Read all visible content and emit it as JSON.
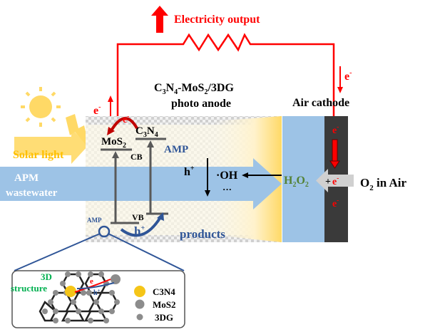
{
  "title": "Electricity output",
  "electron": "e",
  "electron_sup": "-",
  "anode_label_line1": {
    "a": "C",
    "b": "3",
    "c": "N",
    "d": "4",
    "e": "-MoS",
    "f": "2",
    "g": "/3DG"
  },
  "anode_label_line2": "photo anode",
  "cathode_label": "Air cathode",
  "solar_light": "Solar light",
  "wastewater_line1": "APM",
  "wastewater_line2": "wastewater",
  "mos2": {
    "base": "MoS",
    "sub": "2"
  },
  "c3n4": {
    "a": "C",
    "b": "3",
    "c": "N",
    "d": "4"
  },
  "cb": "CB",
  "vb": "VB",
  "amp": "AMP",
  "hole": "h",
  "hole_sup": "+",
  "oh": "·OH",
  "ellipsis": "···",
  "products": "products",
  "h2o2": {
    "a": "H",
    "b": "2",
    "c": "O",
    "d": "2"
  },
  "plus": "+",
  "o2_in_air": {
    "a": "O",
    "b": "2",
    "c": " in Air"
  },
  "inset": {
    "label_line1": "3D",
    "label_line2": "structure",
    "legend": [
      {
        "label": "C3N4",
        "color": "#f5c518"
      },
      {
        "label": "MoS2",
        "color": "#8a8a8a"
      },
      {
        "label": "3DG",
        "color": "#8a8a8a"
      }
    ]
  },
  "colors": {
    "wire": "#ff0000",
    "water": "#9dc3e6",
    "cathode": "#3a3a3a",
    "sun": "#ffd966",
    "green": "#00b050",
    "navy": "#2f5597"
  }
}
